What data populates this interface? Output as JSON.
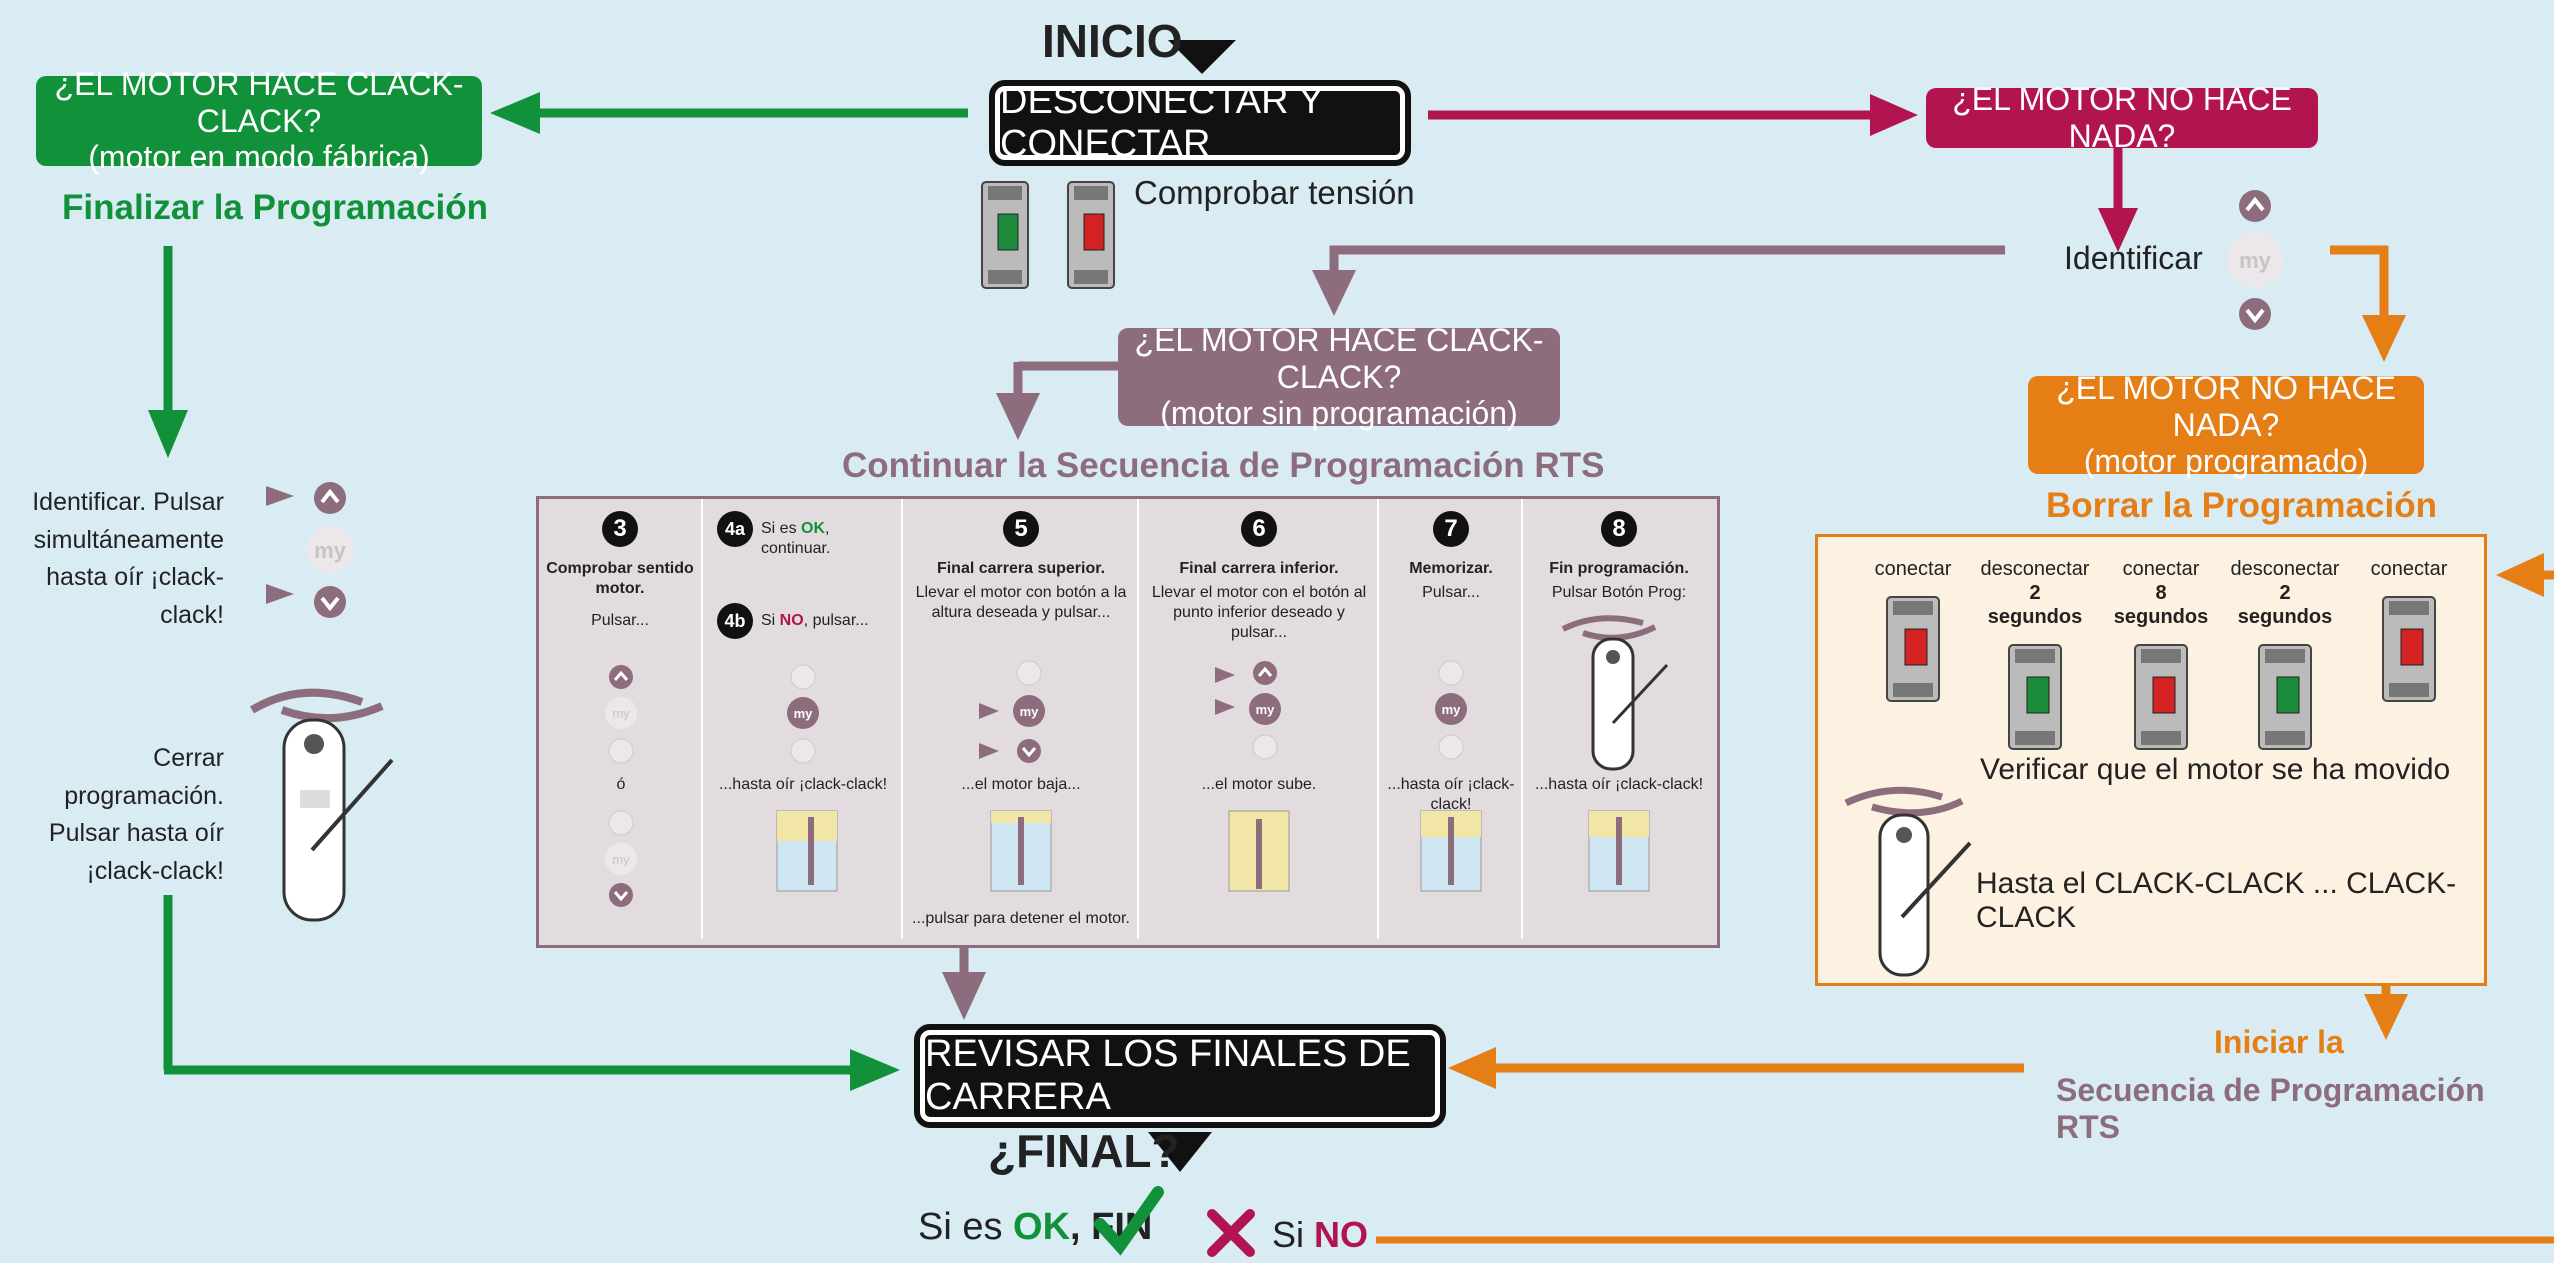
{
  "start": {
    "label": "INICIO",
    "action": "DESCONECTAR Y CONECTAR",
    "check": "Comprobar tensión"
  },
  "left": {
    "question_line1": "¿EL MOTOR HACE CLACK-CLACK?",
    "question_line2": "(motor en modo fábrica)",
    "title": "Finalizar la Programación",
    "identify_text": "Identificar. Pulsar simultáneamente hasta oír ¡clack-clack!",
    "close_text": "Cerrar programación. Pulsar hasta oír ¡clack-clack!"
  },
  "right": {
    "question": "¿EL MOTOR NO HACE NADA?",
    "identify": "Identificar",
    "question2_line1": "¿EL MOTOR NO HACE NADA?",
    "question2_line2": "(motor programado)",
    "title": "Borrar la Programación",
    "columns": [
      {
        "top": "conectar",
        "bottom": "",
        "state": "ON"
      },
      {
        "top": "desconectar",
        "bottom": "2 segundos",
        "state": "OFF"
      },
      {
        "top": "conectar",
        "bottom": "8 segundos",
        "state": "ON"
      },
      {
        "top": "desconectar",
        "bottom": "2 segundos",
        "state": "OFF"
      },
      {
        "top": "conectar",
        "bottom": "",
        "state": "ON"
      }
    ],
    "verify": "Verificar que el motor se ha movido",
    "until": "Hasta el CLACK-CLACK ... CLACK-CLACK",
    "start_line1": "Iniciar la",
    "start_line2": "Secuencia de Programación RTS"
  },
  "center": {
    "question_line1": "¿EL MOTOR HACE CLACK-CLACK?",
    "question_line2": "(motor sin programación)",
    "title": "Continuar la Secuencia de Programación RTS",
    "steps": [
      {
        "num": "3",
        "title": "Comprobar sentido motor.",
        "text": "Pulsar...",
        "or": "ó",
        "result": ""
      },
      {
        "num": "4a",
        "text_ok_pre": "Si es ",
        "ok": "OK",
        "text_ok_post": ", continuar.",
        "num_b": "4b",
        "text_no_pre": "Si ",
        "no": "NO",
        "text_no_post": ", pulsar...",
        "result": "...hasta oír ¡clack-clack!"
      },
      {
        "num": "5",
        "title": "Final carrera superior.",
        "text": "Llevar el motor con botón a la altura deseada y pulsar...",
        "result": "...el motor baja...",
        "note": "...pulsar  para detener el motor."
      },
      {
        "num": "6",
        "title": "Final carrera inferior.",
        "text": "Llevar el motor con el botón al punto inferior deseado y pulsar...",
        "result": "...el motor sube."
      },
      {
        "num": "7",
        "title": "Memorizar.",
        "text": "Pulsar...",
        "result": "...hasta oír ¡clack-clack!"
      },
      {
        "num": "8",
        "title": "Fin programación.",
        "text": "Pulsar Botón Prog:",
        "result": "...hasta oír ¡clack-clack!"
      }
    ]
  },
  "bottom": {
    "action": "REVISAR LOS FINALES DE CARRERA",
    "final": "¿FINAL?",
    "ok_pre": "Si es ",
    "ok": "OK",
    "ok_post": ", FIN",
    "no_pre": "Si ",
    "no": "NO"
  },
  "remote_my": "my",
  "icons": [
    "check-icon",
    "cross-icon",
    "arrow-up-icon",
    "arrow-down-icon",
    "remote-icon",
    "breaker-icon"
  ],
  "colors": {
    "green": "#11923a",
    "magenta": "#b1144e",
    "mauve": "#8d6d7d",
    "orange": "#e67e16",
    "background": "#d9ecf4"
  }
}
